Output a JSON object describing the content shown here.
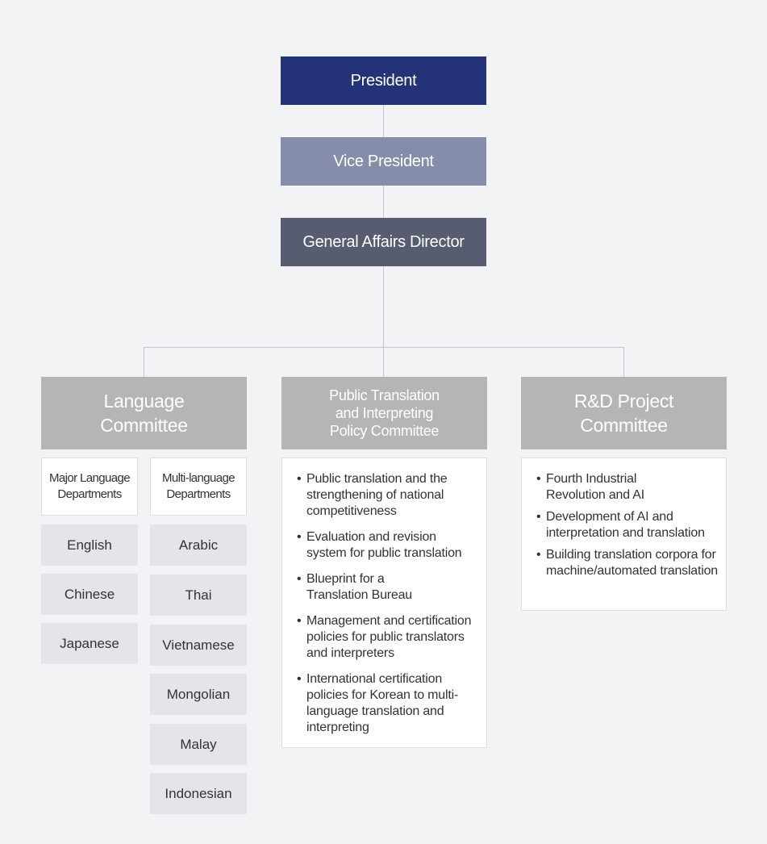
{
  "top": {
    "president": "President",
    "vice_president": "Vice President",
    "director": "General Affairs Director"
  },
  "committees": {
    "language": "Language Committee",
    "public": "Public Translation and Interpreting Policy Committee",
    "rnd": "R&D Project Committee"
  },
  "language_committee": {
    "major_header": "Major Language Departments",
    "multi_header": "Multi-language Departments",
    "major": [
      "English",
      "Chinese",
      "Japanese"
    ],
    "multi": [
      "Arabic",
      "Thai",
      "Vietnamese",
      "Mongolian",
      "Malay",
      "Indonesian"
    ]
  },
  "public_items": [
    "Public translation and the strengthening of national competitiveness",
    "Evaluation and revision system for public translation",
    "Blueprint for a Translation Bureau",
    "Management and certification policies for public translators and interpreters",
    "International certification policies for Korean to multi-language translation and interpreting"
  ],
  "rnd_items": [
    "Fourth Industrial Revolution and AI",
    "Development of AI and interpretation and translation",
    "Building translation corpora for machine/automated translation"
  ],
  "colors": {
    "president": "#243278",
    "vice_president": "#858dab",
    "director": "#575c70",
    "committee": "#b5b5b5",
    "connector": "#c4c6cc"
  }
}
